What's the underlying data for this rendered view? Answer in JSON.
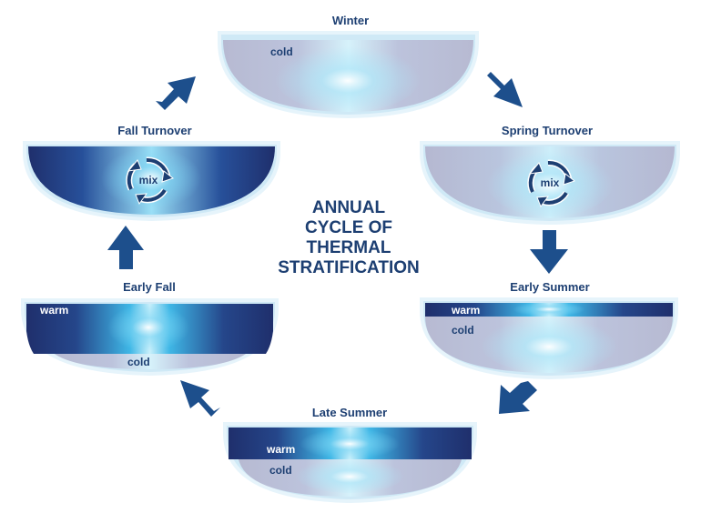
{
  "diagram": {
    "title_lines": [
      "ANNUAL",
      "CYCLE OF",
      "THERMAL",
      "STRATIFICATION"
    ],
    "stages": {
      "winter": {
        "label": "Winter",
        "layers": [
          "cold"
        ]
      },
      "spring_turnover": {
        "label": "Spring Turnover",
        "layers": [
          "mix"
        ]
      },
      "early_summer": {
        "label": "Early Summer",
        "layers": [
          "warm",
          "cold"
        ]
      },
      "late_summer": {
        "label": "Late Summer",
        "layers": [
          "warm",
          "cold"
        ]
      },
      "early_fall": {
        "label": "Early Fall",
        "layers": [
          "warm",
          "cold"
        ]
      },
      "fall_turnover": {
        "label": "Fall Turnover",
        "layers": [
          "mix"
        ]
      }
    },
    "colors": {
      "dark_blue": "#1d3f72",
      "cold_gray": "#b8bcd6",
      "light_blue": "#9fdcf5",
      "warm_dark": "#1d3372"
    }
  }
}
